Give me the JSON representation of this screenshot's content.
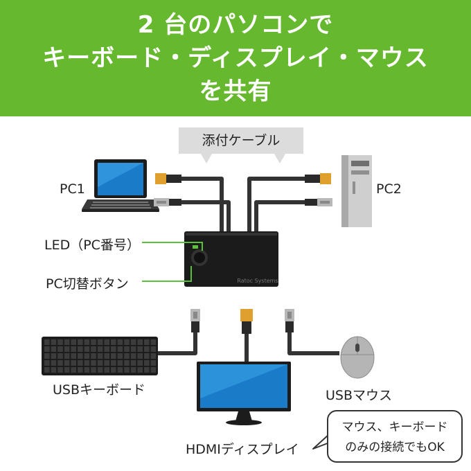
{
  "header": {
    "line1": "2 台のパソコンで",
    "line2": "キーボード・ディスプレイ・マウス",
    "line3": "を共有"
  },
  "cable_label": "添付ケーブル",
  "devices": {
    "pc1": "PC1",
    "pc2": "PC2",
    "led": "LED（PC番号）",
    "switch_button": "PC切替ボタン",
    "keyboard": "USBキーボード",
    "mouse": "USBマウス",
    "display": "HDMIディスプレイ",
    "switch_brand": "Ratoc Systems"
  },
  "note": {
    "line1": "マウス、キーボード",
    "line2": "のみの接続でもOK"
  },
  "colors": {
    "banner": "#66b82e",
    "indicator_lines": "#5cc03a",
    "hdmi_plug": "#e0a030",
    "usb_plug": "#b8b8b8"
  }
}
